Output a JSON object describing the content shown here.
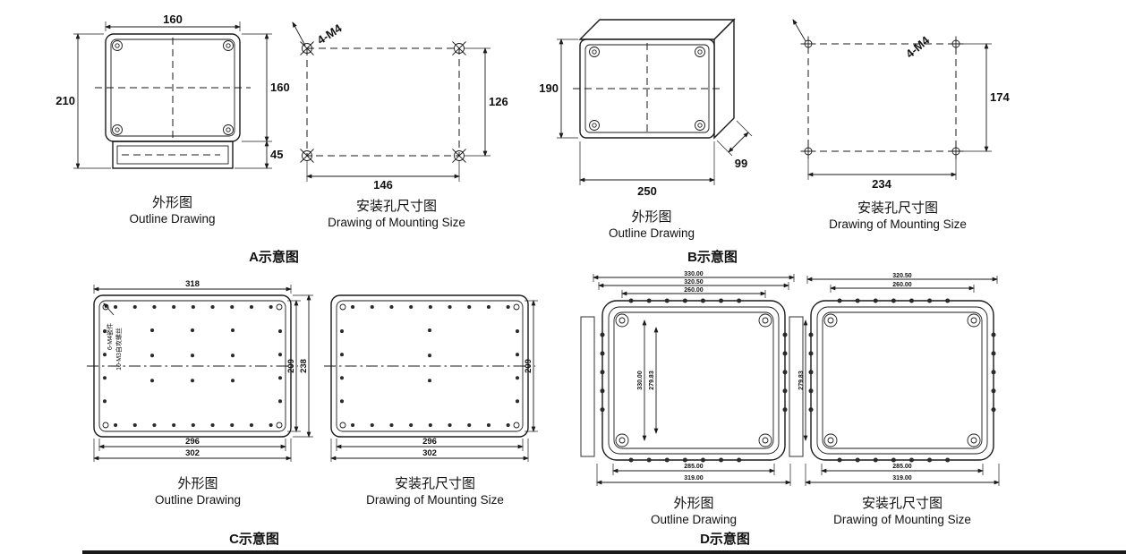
{
  "colors": {
    "line": "#1a1a1a",
    "background": "#ffffff"
  },
  "captions": {
    "outline_cn": "外形图",
    "outline_en": "Outline Drawing",
    "mounting_cn": "安装孔尺寸图",
    "mounting_en": "Drawing of Mounting Size"
  },
  "groups": {
    "a": {
      "title": "A示意图",
      "outline": {
        "width_top": "160",
        "height_left": "210",
        "height_right": "160",
        "flange_height": "45"
      },
      "mounting": {
        "hole_label": "4-M4",
        "height_right": "126",
        "width_bottom": "146"
      }
    },
    "b": {
      "title": "B示意图",
      "outline": {
        "height_left": "190",
        "width_bottom": "250",
        "depth": "99"
      },
      "mounting": {
        "hole_label": "4-M4",
        "height_right": "174",
        "width_bottom": "234"
      }
    },
    "c": {
      "title": "C示意图",
      "outline": {
        "width_top": "318",
        "insert_label": "6-M4嵌件",
        "screw_label": "10-M3自攻螺丝",
        "height_inner": "209",
        "height_outer": "238",
        "width_inner": "296",
        "width_outer": "302"
      },
      "mounting": {
        "height_inner": "209",
        "width_inner": "296",
        "width_outer": "302"
      }
    },
    "d": {
      "title": "D示意图",
      "outline": {
        "dim_top_outer": "330.00",
        "dim_top_mid": "320.50",
        "dim_top_inner": "260.00",
        "dim_left_outer": "330.00",
        "dim_left_inner": "279.83",
        "dim_bottom_inner": "285.00",
        "dim_bottom_outer": "319.00"
      },
      "mounting": {
        "dim_top_outer": "320.50",
        "dim_top_inner": "260.00",
        "dim_left": "279.83",
        "dim_bottom_inner": "285.00",
        "dim_bottom_outer": "319.00"
      }
    }
  }
}
